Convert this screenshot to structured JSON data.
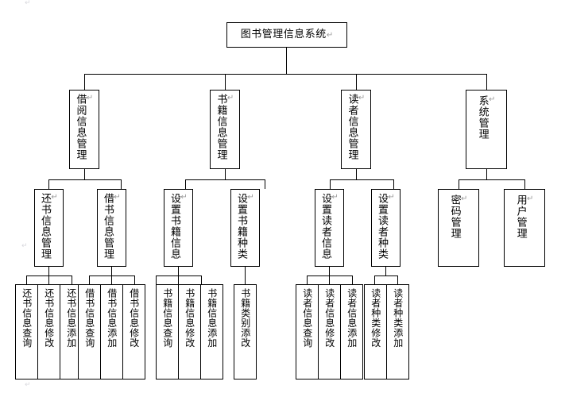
{
  "diagram": {
    "title": "图书管理信息系统",
    "type": "org-chart",
    "return_mark": "↵",
    "colors": {
      "box_border": "#000000",
      "box_fill": "#ffffff",
      "connector": "#000000",
      "text": "#000000",
      "return_mark": "#9a9a9a",
      "page_background": "#ffffff"
    },
    "levels": 4
  },
  "root": {
    "label": "图书管理信息系统"
  },
  "level2": [
    {
      "label": "借阅信息管理"
    },
    {
      "label": "书籍信息管理"
    },
    {
      "label": "读者信息管理"
    },
    {
      "label": "系统管理"
    }
  ],
  "level3": [
    {
      "label": "还书信息管理"
    },
    {
      "label": "借书信息管理"
    },
    {
      "label": "设置书籍信息"
    },
    {
      "label": "设置书籍种类"
    },
    {
      "label": "设置读者信息"
    },
    {
      "label": "设置读者种类"
    },
    {
      "label": "密码管理"
    },
    {
      "label": "用户管理"
    }
  ],
  "leaves": [
    {
      "label": "还书信息查询"
    },
    {
      "label": "还书信息修改"
    },
    {
      "label": "还书信息添加"
    },
    {
      "label": "借书信息查询"
    },
    {
      "label": "借书信息添加"
    },
    {
      "label": "借书信息修改"
    },
    {
      "label": "书籍信息查询"
    },
    {
      "label": "书籍信息修改"
    },
    {
      "label": "书籍信息添加"
    },
    {
      "label": "书籍类别添改"
    },
    {
      "label": "读者信息查询"
    },
    {
      "label": "读者信息修改"
    },
    {
      "label": "读者信息添加"
    },
    {
      "label": "读者种类修改"
    },
    {
      "label": "读者种类添加"
    }
  ]
}
